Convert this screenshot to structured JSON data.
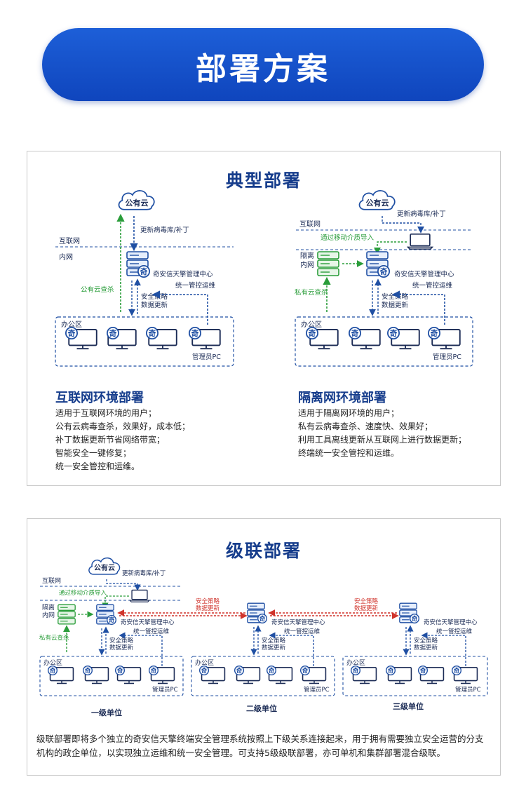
{
  "banner": {
    "title": "部署方案"
  },
  "typical": {
    "title": "典型部署",
    "internet": {
      "heading": "互联网环境部署",
      "lines": [
        "适用于互联网环境的用户；",
        "公有云病毒查杀，效果好，成本低；",
        "补丁数据更新节省网络带宽；",
        "智能安全一键修复；",
        "统一安全管控和运维。"
      ],
      "diagram": {
        "cloud": "公有云",
        "zone_internet": "互联网",
        "zone_intranet": "内网",
        "update": "更新病毒库/补丁",
        "center": "奇安信天擎管理中心",
        "cloud_scan": "公有云查杀",
        "policy1": "安全策略",
        "policy2": "数据更新",
        "ops": "统一管控运维",
        "office": "办公区",
        "admin": "管理员PC"
      }
    },
    "isolated": {
      "heading": "隔离网环境部署",
      "lines": [
        "适用于隔离网环境的用户；",
        "私有云病毒查杀、速度快、效果好；",
        "利用工具离线更新从互联网上进行数据更新；",
        "终端统一安全管控和运维。"
      ],
      "diagram": {
        "cloud": "公有云",
        "zone_internet": "互联网",
        "zone_intranet_1": "隔离",
        "zone_intranet_2": "内网",
        "update": "更新病毒库/补丁",
        "media": "通过移动介质导入",
        "center": "奇安信天擎管理中心",
        "private_scan": "私有云查杀",
        "policy1": "安全策略",
        "policy2": "数据更新",
        "ops": "统一管控运维",
        "office": "办公区",
        "admin": "管理员PC"
      }
    }
  },
  "cascade": {
    "title": "级联部署",
    "diagram": {
      "cloud": "公有云",
      "update": "更新病毒库/补丁",
      "zone_internet": "互联网",
      "media": "通过移动介质导入",
      "zone_intranet_1": "隔离",
      "zone_intranet_2": "内网",
      "center": "奇安信天擎管理中心",
      "private_scan": "私有云查杀",
      "policy1": "安全策略",
      "policy2": "数据更新",
      "ops": "统一管控运维",
      "office": "办公区",
      "admin": "管理员PC",
      "units": [
        "一级单位",
        "二级单位",
        "三级单位"
      ]
    },
    "description": "级联部署即将多个独立的奇安信天擎终端安全管理系统按照上下级关系连接起来，用于拥有需要独立安全运营的分支机构的政企单位，以实现独立运维和统一安全管理。可支持5级级联部署，亦可单机和集群部署混合级联。"
  },
  "colors": {
    "banner": "#1a56d0",
    "heading": "#163d8c",
    "dashed_blue": "#1f4fa3",
    "dashed_green": "#2a9d3a",
    "dashed_red": "#d0342c"
  }
}
